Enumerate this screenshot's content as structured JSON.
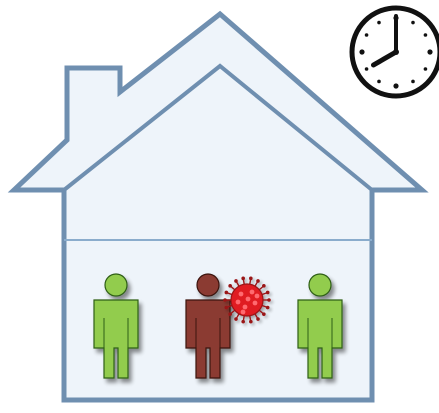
{
  "illustration": {
    "house": {
      "fill": "#eef4fa",
      "outline": "#6f8fb0",
      "floor_line": "#8aaccc"
    },
    "clock": {
      "icon": "clock-icon",
      "hour_hand": 8,
      "minute_hand": 0,
      "face": "#ffffff",
      "rim": "#111111"
    },
    "people": [
      {
        "name": "healthy-person",
        "status": "healthy",
        "color": "#92cc4e",
        "outline": "#2f5e17"
      },
      {
        "name": "infected-person",
        "status": "infected",
        "color": "#8b3a32",
        "outline": "#3b1210"
      },
      {
        "name": "healthy-person",
        "status": "healthy",
        "color": "#92cc4e",
        "outline": "#2f5e17"
      }
    ],
    "virus": {
      "icon": "virus-icon",
      "color": "#e01b22",
      "spike": "#9a1318"
    }
  }
}
